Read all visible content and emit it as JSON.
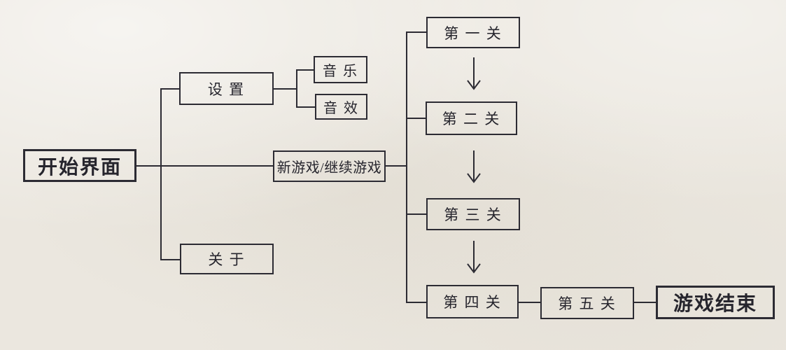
{
  "diagram": {
    "type": "flowchart",
    "description": "game menu flow diagram",
    "background_color": "#ebe7df",
    "line_color": "#2c2b33",
    "text_color": "#26252d",
    "nodes": {
      "start": {
        "label": "开始界面"
      },
      "settings": {
        "label": "设 置"
      },
      "music": {
        "label": "音 乐"
      },
      "sound_effect": {
        "label": "音 效"
      },
      "new_game": {
        "label": "新游戏/继续游戏"
      },
      "about": {
        "label": "关 于"
      },
      "level_1": {
        "label": "第 一 关"
      },
      "level_2": {
        "label": "第 二 关"
      },
      "level_3": {
        "label": "第 三 关"
      },
      "level_4": {
        "label": "第 四 关"
      },
      "level_5": {
        "label": "第 五 关"
      },
      "game_over": {
        "label": "游戏结束"
      }
    },
    "edges": [
      {
        "from": "start",
        "to": "settings",
        "style": "line"
      },
      {
        "from": "start",
        "to": "new_game",
        "style": "line"
      },
      {
        "from": "start",
        "to": "about",
        "style": "line"
      },
      {
        "from": "settings",
        "to": "music",
        "style": "line"
      },
      {
        "from": "settings",
        "to": "sound_effect",
        "style": "line"
      },
      {
        "from": "new_game",
        "to": "level_1",
        "style": "line"
      },
      {
        "from": "new_game",
        "to": "level_2",
        "style": "line"
      },
      {
        "from": "new_game",
        "to": "level_3",
        "style": "line"
      },
      {
        "from": "new_game",
        "to": "level_4",
        "style": "line"
      },
      {
        "from": "level_1",
        "to": "level_2",
        "style": "arrow-down"
      },
      {
        "from": "level_2",
        "to": "level_3",
        "style": "arrow-down"
      },
      {
        "from": "level_3",
        "to": "level_4",
        "style": "arrow-down"
      },
      {
        "from": "level_4",
        "to": "level_5",
        "style": "line"
      },
      {
        "from": "level_5",
        "to": "game_over",
        "style": "line"
      }
    ]
  }
}
